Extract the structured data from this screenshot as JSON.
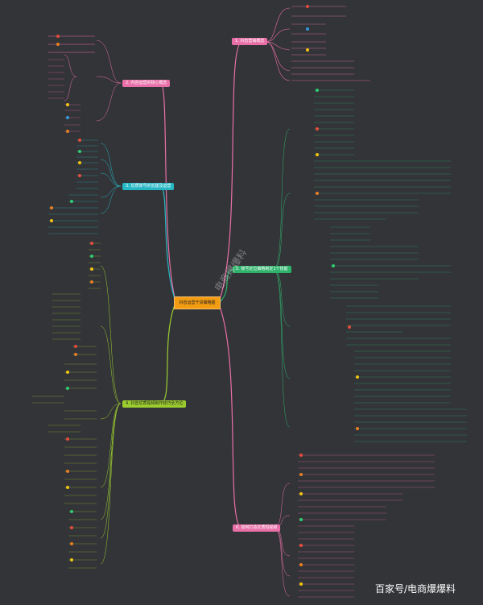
{
  "root": {
    "label": "抖音运营干货策略图"
  },
  "branches": [
    {
      "label": "1. 抖音营销概念",
      "color": "#e86fa7"
    },
    {
      "label": "2. 内容运营的核心概念",
      "color": "#e86fa7"
    },
    {
      "label": "3. 优质账号的创建及运营",
      "color": "#26b7c4"
    },
    {
      "label": "4. 抖音优质视频制作技巧全方位",
      "color": "#9ccd2f"
    },
    {
      "label": "5. 账号定位策略制定1个技能",
      "color": "#2fb36b"
    },
    {
      "label": "6. 如何打造优质短视频",
      "color": "#e86fa7"
    }
  ],
  "watermark": "电商爆爆料",
  "footer": "百家号/电商爆爆料",
  "colors": {
    "background": "#333438",
    "root": "#f39c12",
    "pink": "#e86fa7",
    "cyan": "#26b7c4",
    "lime": "#9ccd2f",
    "green": "#2fb36b"
  }
}
